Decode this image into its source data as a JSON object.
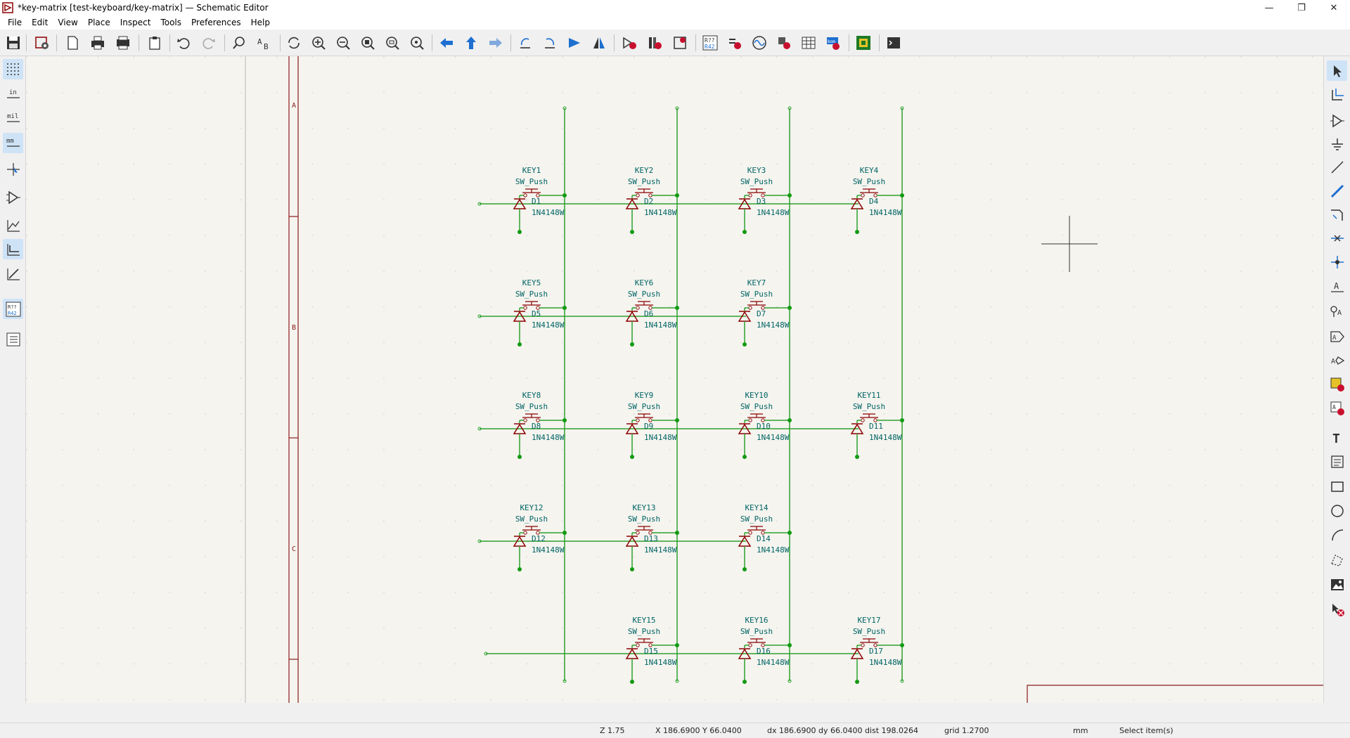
{
  "window": {
    "title": "*key-matrix [test-keyboard/key-matrix] — Schematic Editor",
    "minimize": "—",
    "maximize": "❐",
    "close": "✕"
  },
  "menu": [
    "File",
    "Edit",
    "View",
    "Place",
    "Inspect",
    "Tools",
    "Preferences",
    "Help"
  ],
  "units": {
    "in": "in",
    "mil": "mil",
    "mm": "mm"
  },
  "sheet_zones": [
    "A",
    "B",
    "C"
  ],
  "components": [
    {
      "key": "KEY1",
      "value": "SW_Push",
      "diode": "D1",
      "dval": "1N4148W",
      "col": 0,
      "row": 0
    },
    {
      "key": "KEY2",
      "value": "SW_Push",
      "diode": "D2",
      "dval": "1N4148W",
      "col": 1,
      "row": 0
    },
    {
      "key": "KEY3",
      "value": "SW_Push",
      "diode": "D3",
      "dval": "1N4148W",
      "col": 2,
      "row": 0
    },
    {
      "key": "KEY4",
      "value": "SW_Push",
      "diode": "D4",
      "dval": "1N4148W",
      "col": 3,
      "row": 0
    },
    {
      "key": "KEY5",
      "value": "SW_Push",
      "diode": "D5",
      "dval": "1N4148W",
      "col": 0,
      "row": 1
    },
    {
      "key": "KEY6",
      "value": "SW_Push",
      "diode": "D6",
      "dval": "1N4148W",
      "col": 1,
      "row": 1
    },
    {
      "key": "KEY7",
      "value": "SW_Push",
      "diode": "D7",
      "dval": "1N4148W",
      "col": 2,
      "row": 1
    },
    {
      "key": "KEY8",
      "value": "SW_Push",
      "diode": "D8",
      "dval": "1N4148W",
      "col": 0,
      "row": 2
    },
    {
      "key": "KEY9",
      "value": "SW_Push",
      "diode": "D9",
      "dval": "1N4148W",
      "col": 1,
      "row": 2
    },
    {
      "key": "KEY10",
      "value": "SW_Push",
      "diode": "D10",
      "dval": "1N4148W",
      "col": 2,
      "row": 2
    },
    {
      "key": "KEY11",
      "value": "SW_Push",
      "diode": "D11",
      "dval": "1N4148W",
      "col": 3,
      "row": 2
    },
    {
      "key": "KEY12",
      "value": "SW_Push",
      "diode": "D12",
      "dval": "1N4148W",
      "col": 0,
      "row": 3
    },
    {
      "key": "KEY13",
      "value": "SW_Push",
      "diode": "D13",
      "dval": "1N4148W",
      "col": 1,
      "row": 3
    },
    {
      "key": "KEY14",
      "value": "SW_Push",
      "diode": "D14",
      "dval": "1N4148W",
      "col": 2,
      "row": 3
    },
    {
      "key": "KEY15",
      "value": "SW_Push",
      "diode": "D15",
      "dval": "1N4148W",
      "col": 1,
      "row": 4
    },
    {
      "key": "KEY16",
      "value": "SW_Push",
      "diode": "D16",
      "dval": "1N4148W",
      "col": 2,
      "row": 4
    },
    {
      "key": "KEY17",
      "value": "SW_Push",
      "diode": "D17",
      "dval": "1N4148W",
      "col": 3,
      "row": 4
    }
  ],
  "status": {
    "zoom": "Z 1.75",
    "xy": "X 186.6900  Y 66.0400",
    "delta": "dx 186.6900  dy 66.0400  dist 198.0264",
    "grid": "grid 1.2700",
    "unit": "mm",
    "mode": "Select item(s)"
  },
  "colors": {
    "wire": "#2ea12e",
    "symbol": "#8b0000",
    "text": "#006464",
    "border": "#8b1a1a",
    "junction": "#129a12"
  }
}
